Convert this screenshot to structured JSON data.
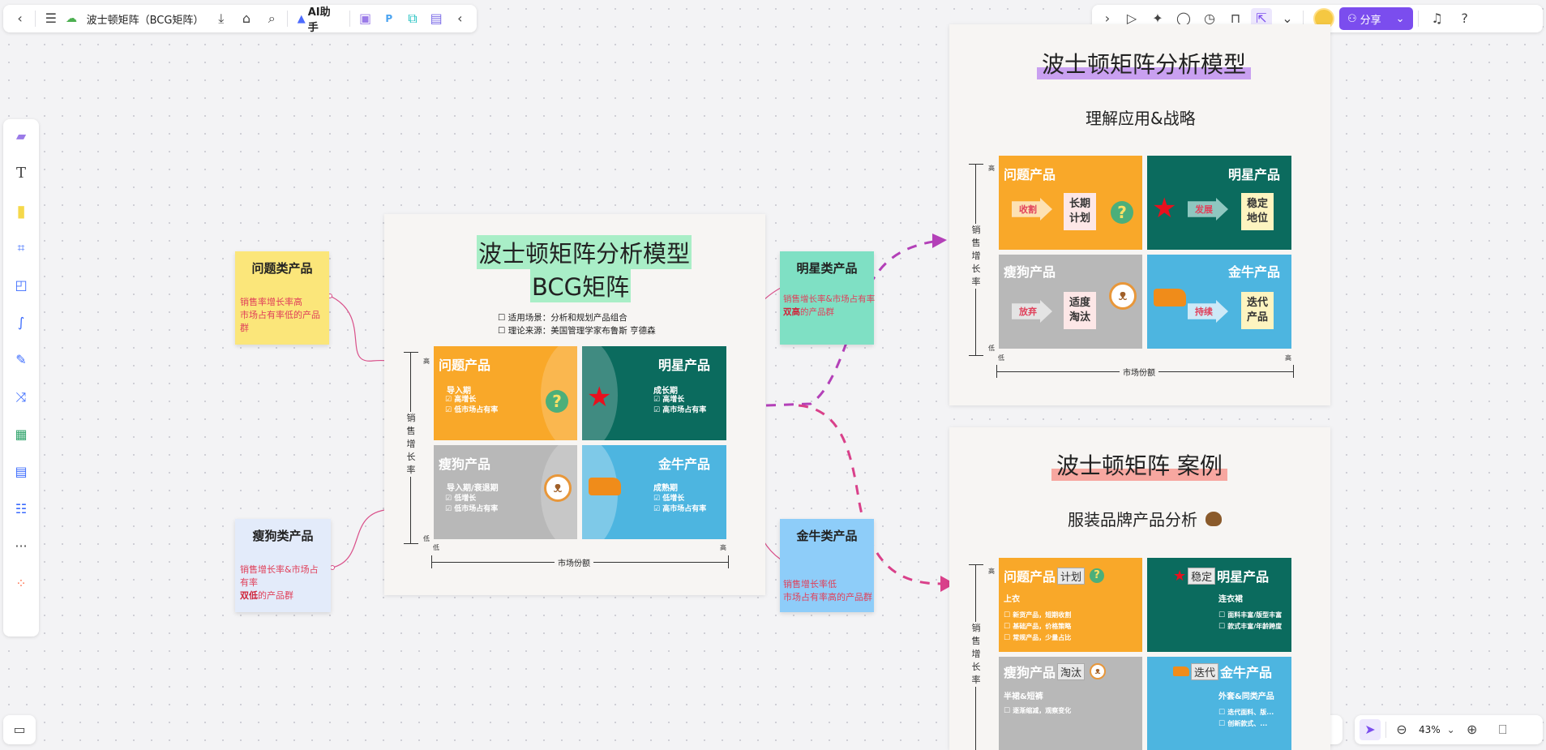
{
  "toolbar": {
    "doc_title": "波士顿矩阵（BCG矩阵）...",
    "ai_label": "AI助手",
    "share_label": "分享",
    "zoom": "43%"
  },
  "colors": {
    "orange": "#f9a829",
    "green": "#0b6b5e",
    "gray": "#b8b8b8",
    "blue": "#4db5e0",
    "purple": "#7b4dee"
  },
  "stickies": {
    "question": {
      "title": "问题类产品",
      "lines": [
        "销售率增长率高",
        "市场占有率低的产品群"
      ]
    },
    "dog": {
      "title": "瘦狗类产品",
      "line1": "销售增长率&市场占有率",
      "bold": "双低",
      "line2": "的产品群"
    },
    "star": {
      "title": "明星类产品",
      "line1": "销售增长率&市场占有率",
      "bold": "双高",
      "line2": "的产品群"
    },
    "cow": {
      "title": "金牛类产品",
      "line1": "销售增长率低",
      "line2": "市场占有率高的产品群"
    }
  },
  "main_card": {
    "title1": "波士顿矩阵分析模型",
    "title2": "BCG矩阵",
    "check1": "适用场景：分析和规划产品组合",
    "check2": "理论来源：美国管理学家布鲁斯 亨德森",
    "y_axis": "销售增长率",
    "high": "高",
    "low": "低",
    "x_axis": "市场份额",
    "q1": {
      "title": "问题产品",
      "stage": "导入期",
      "items": [
        "高增长",
        "低市场占有率"
      ]
    },
    "q2": {
      "title": "明星产品",
      "stage": "成长期",
      "items": [
        "高增长",
        "高市场占有率"
      ]
    },
    "q3": {
      "title": "瘦狗产品",
      "stage": "导入期/衰退期",
      "items": [
        "低增长",
        "低市场占有率"
      ]
    },
    "q4": {
      "title": "金牛产品",
      "stage": "成熟期",
      "items": [
        "低增长",
        "高市场占有率"
      ]
    }
  },
  "right_top": {
    "title": "波士顿矩阵分析模型",
    "subtitle": "理解应用&战略",
    "y_axis": "销售增长率",
    "high": "高",
    "low": "低",
    "x_axis": "市场份额",
    "q1": {
      "title": "问题产品",
      "action": "收割",
      "box": "长期计划"
    },
    "q2": {
      "title": "明星产品",
      "action": "发展",
      "box": "稳定地位"
    },
    "q3": {
      "title": "瘦狗产品",
      "action": "放弃",
      "box": "适度淘汰"
    },
    "q4": {
      "title": "金牛产品",
      "action": "持续",
      "box": "迭代产品"
    }
  },
  "right_bottom": {
    "title": "波士顿矩阵 案例",
    "subtitle": "服装品牌产品分析",
    "y_axis": "销售增长率",
    "high": "高",
    "q1": {
      "title": "问题产品",
      "tag": "计划",
      "cat": "上衣",
      "items": [
        "新货产品，短期收割",
        "基础产品，价格策略",
        "常规产品，少量占比"
      ]
    },
    "q2": {
      "title": "明星产品",
      "tag": "稳定",
      "cat": "连衣裙",
      "items": [
        "面料丰富/版型丰富",
        "款式丰富/年龄跨度"
      ]
    },
    "q3": {
      "title": "瘦狗产品",
      "tag": "淘汰",
      "cat": "半裙&短裤",
      "items": [
        "逐渐缩减，观察变化"
      ]
    },
    "q4": {
      "title": "金牛产品",
      "tag": "迭代",
      "cat": "外套&同类产品",
      "items": [
        "迭代面料、版...",
        "创新款式、..."
      ]
    }
  }
}
